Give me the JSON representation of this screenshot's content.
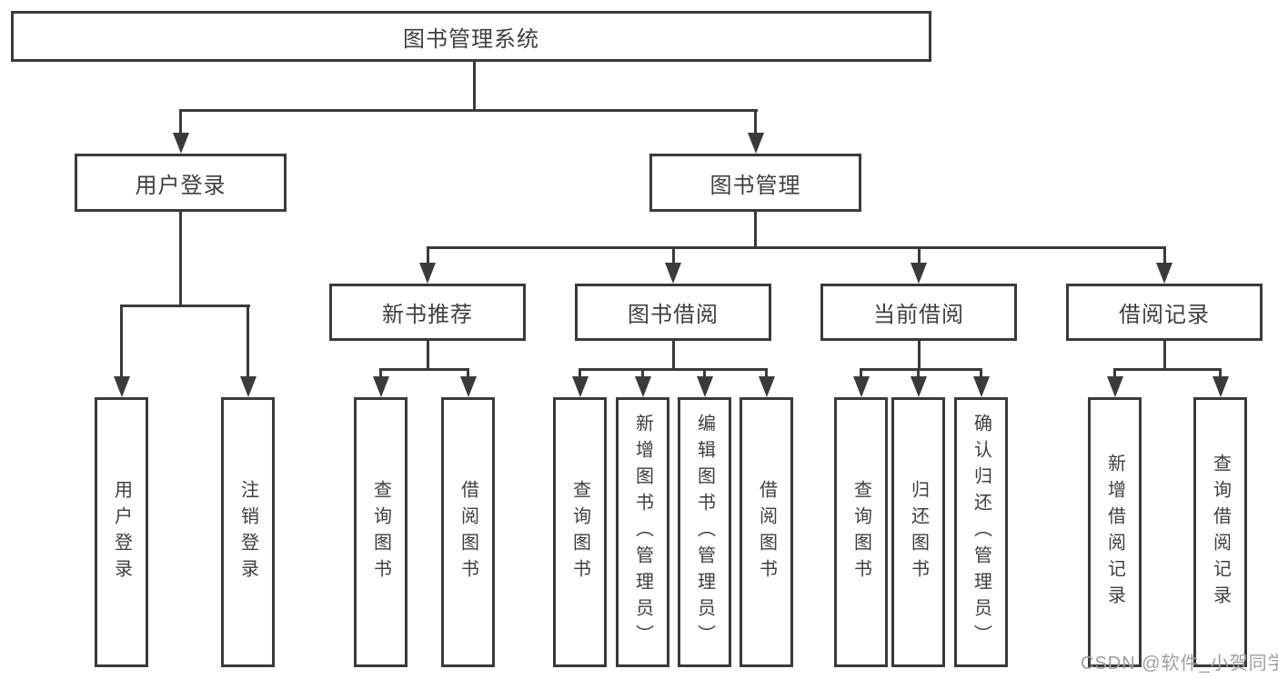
{
  "tree": {
    "label": "图书管理系统",
    "children": [
      {
        "label": "用户登录",
        "children": [
          {
            "label": "用户登录"
          },
          {
            "label": "注销登录"
          }
        ]
      },
      {
        "label": "图书管理",
        "children": [
          {
            "label": "新书推荐",
            "children": [
              {
                "label": "查询图书"
              },
              {
                "label": "借阅图书"
              }
            ]
          },
          {
            "label": "图书借阅",
            "children": [
              {
                "label": "查询图书"
              },
              {
                "label": "新增图书（管理员）"
              },
              {
                "label": "编辑图书（管理员）"
              },
              {
                "label": "借阅图书"
              }
            ]
          },
          {
            "label": "当前借阅",
            "children": [
              {
                "label": "查询图书"
              },
              {
                "label": "归还图书"
              },
              {
                "label": "确认归还（管理员）"
              }
            ]
          },
          {
            "label": "借阅记录",
            "children": [
              {
                "label": "新增借阅记录"
              },
              {
                "label": "查询借阅记录"
              }
            ]
          }
        ]
      }
    ]
  },
  "watermark": "CSDN @软件_小贺同学",
  "colors": {
    "line": "#3a3a3a",
    "text": "#3f3f3f",
    "watermark": "#9aa0a8",
    "background": "#ffffff"
  }
}
